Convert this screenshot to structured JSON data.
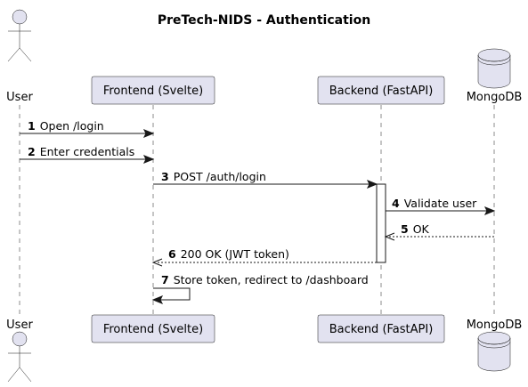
{
  "title": "PreTech-NIDS - Authentication",
  "participants": {
    "user": {
      "label": "User",
      "kind": "actor",
      "icon": "actor-stick-figure"
    },
    "frontend": {
      "label": "Frontend (Svelte)",
      "kind": "participant"
    },
    "backend": {
      "label": "Backend (FastAPI)",
      "kind": "participant"
    },
    "mongodb": {
      "label": "MongoDB",
      "kind": "database",
      "icon": "database-cylinder"
    }
  },
  "messages": [
    {
      "num": "1",
      "text": "Open /login",
      "from": "user",
      "to": "frontend",
      "style": "solid"
    },
    {
      "num": "2",
      "text": "Enter credentials",
      "from": "user",
      "to": "frontend",
      "style": "solid"
    },
    {
      "num": "3",
      "text": "POST /auth/login",
      "from": "frontend",
      "to": "backend",
      "style": "solid"
    },
    {
      "num": "4",
      "text": "Validate user",
      "from": "backend",
      "to": "mongodb",
      "style": "solid"
    },
    {
      "num": "5",
      "text": "OK",
      "from": "mongodb",
      "to": "backend",
      "style": "dashed"
    },
    {
      "num": "6",
      "text": "200 OK (JWT token)",
      "from": "backend",
      "to": "frontend",
      "style": "dashed"
    },
    {
      "num": "7",
      "text": "Store token, redirect to /dashboard",
      "from": "frontend",
      "to": "frontend",
      "style": "solid"
    }
  ],
  "colors": {
    "participant_fill": "#e2e2f0",
    "line": "#181818",
    "background": "#ffffff"
  }
}
